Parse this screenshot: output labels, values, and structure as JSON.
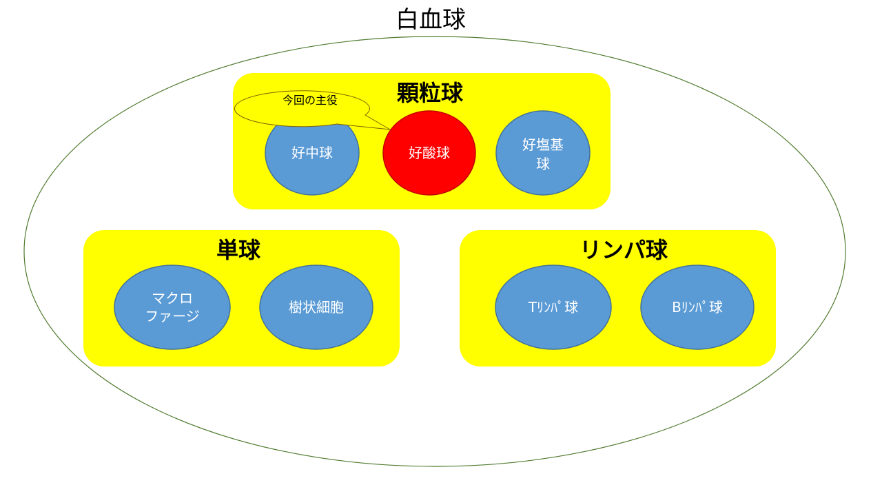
{
  "title": "白血球",
  "colors": {
    "outer_stroke": "#4f7a2e",
    "group_fill": "#ffff00",
    "cell_fill": "#5b9bd5",
    "cell_stroke": "#41719c",
    "highlight_fill": "#ff0000",
    "highlight_stroke": "#c00000",
    "callout_stroke": "#7f6000"
  },
  "groups": {
    "granulocyte": {
      "title": "顆粒球",
      "callout": "今回の主役",
      "cells": {
        "neutrophil": "好中球",
        "eosinophil": "好酸球",
        "basophil_line1": "好塩基",
        "basophil_line2": "球"
      }
    },
    "monocyte": {
      "title": "単球",
      "cells": {
        "macrophage_line1": "マクロ",
        "macrophage_line2": "ファージ",
        "dendritic": "樹状細胞"
      }
    },
    "lymphocyte": {
      "title": "リンパ球",
      "cells": {
        "t_cell": "Tﾘﾝﾊﾟ球",
        "b_cell": "Bﾘﾝﾊﾟ球"
      }
    }
  }
}
